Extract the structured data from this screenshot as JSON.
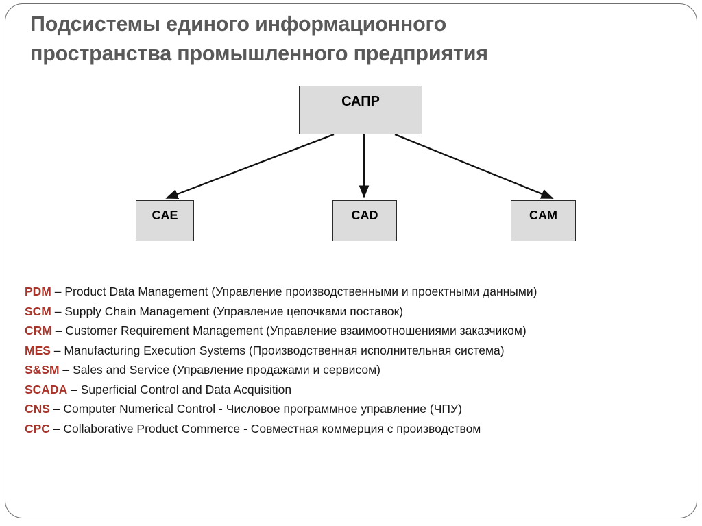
{
  "slide": {
    "title": "Подсистемы единого информационного\nпространства промышленного предприятия",
    "title_color": "#595959",
    "frame_color": "#6f6f6f",
    "background": "#ffffff"
  },
  "diagram": {
    "type": "tree",
    "node_fill": "#dcdcdc",
    "node_border": "#2b2b2b",
    "root": {
      "label": "САПР"
    },
    "children": [
      {
        "label": "CAE"
      },
      {
        "label": "CAD"
      },
      {
        "label": "CAM"
      }
    ]
  },
  "glossary": {
    "accent_color": "#a8342a",
    "entries": [
      {
        "abbr": "PDM",
        "dash": " – ",
        "text": "Product  Data  Management  (Управление  производственными  и  проектными данными)",
        "justified": true
      },
      {
        "abbr": "SCM",
        "dash": " – ",
        "text": "Supply Chain Management  (Управление цепочками поставок)",
        "justified": false
      },
      {
        "abbr": "CRM",
        "dash": " – ",
        "text": "Customer  Requirement  Management  (Управление  взаимоотношениями заказчиком)",
        "justified": true
      },
      {
        "abbr": "MES",
        "dash": " – ",
        "text": "Manufacturing Execution Systems (Производственная исполнительная система)",
        "justified": false
      },
      {
        "abbr": "S&SM",
        "dash": " – ",
        "text": "Sales and Service (Управление продажами и сервисом)",
        "justified": false
      },
      {
        "abbr": "SCADA",
        "dash": " – ",
        "text": "Superficial Control and Data  Acquisition",
        "justified": false
      },
      {
        "abbr": "CNS",
        "dash": " – ",
        "text": "Computer Numerical  Control - Числовое программное управление (ЧПУ)",
        "justified": false
      },
      {
        "abbr": "CPC",
        "dash": " – ",
        "text": "Collaborative  Product Commerce - Совместная коммерция с производством",
        "justified": false
      }
    ]
  }
}
